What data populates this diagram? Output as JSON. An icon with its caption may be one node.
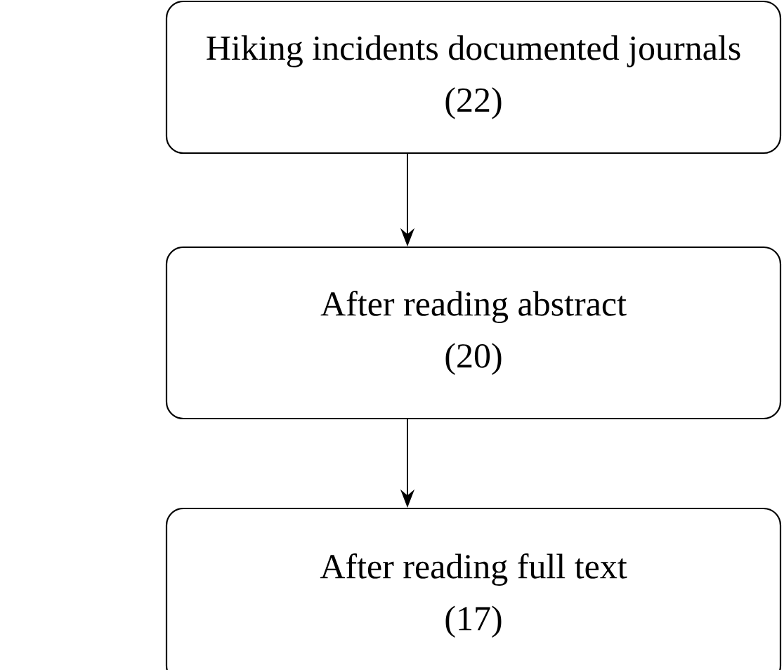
{
  "diagram": {
    "nodes": [
      {
        "text": [
          "Hiking incidents documented journals",
          "(22)"
        ]
      },
      {
        "text": [
          "After reading abstract",
          "(20)"
        ]
      },
      {
        "text": [
          "After reading full text",
          "(17)"
        ]
      }
    ],
    "edges": [
      {
        "from": 0,
        "to": 1,
        "arrow": "to"
      },
      {
        "from": 1,
        "to": 2,
        "arrow": "to"
      }
    ]
  }
}
